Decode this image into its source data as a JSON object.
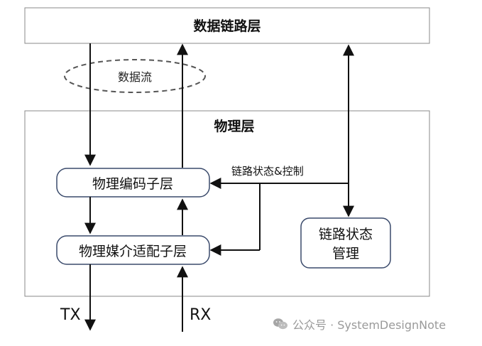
{
  "diagram": {
    "data_link_layer": "数据链路层",
    "data_flow": "数据流",
    "physical_layer": "物理层",
    "pcs": "物理编码子层",
    "pma": "物理媒介适配子层",
    "link_status_control": "链路状态&控制",
    "link_status_mgmt_line1": "链路状态",
    "link_status_mgmt_line2": "管理",
    "tx": "TX",
    "rx": "RX"
  },
  "watermark": {
    "icon": "wechat-icon",
    "text": "公众号 · SystemDesignNote"
  }
}
